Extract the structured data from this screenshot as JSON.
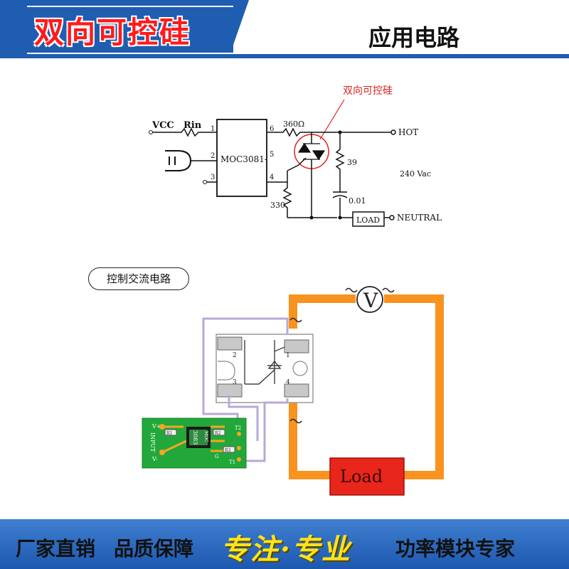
{
  "header": {
    "title": "双向可控硅",
    "subtitle": "应用电路"
  },
  "schematic": {
    "triac_label": "双向可控硅",
    "vcc_label": "VCC",
    "rin_label": "Rin",
    "chip_label": "MOC3081-",
    "pin1": "1",
    "pin2": "2",
    "pin3": "3",
    "pin4": "4",
    "pin5": "5",
    "pin6": "6",
    "r_360": "360Ω",
    "r_330": "330",
    "r_39": "39",
    "c_001": "0.01",
    "hot_label": "HOT",
    "vac_label": "240 Vac",
    "neutral_label": "NEUTRAL",
    "load_label": "LOAD"
  },
  "control": {
    "caption": "控制交流电路",
    "meter_label": "V",
    "load_label": "Load",
    "module_pin1": "1",
    "module_pin2": "2",
    "module_pin3": "3",
    "module_pin4": "4",
    "pcb": {
      "v_plus": "V+",
      "v_minus": "V-",
      "input": "INPUT",
      "chip_top": "MOC",
      "chip_model": "3083",
      "r1_a": "R1",
      "r2": "R2",
      "r3": "R3",
      "t1": "T1",
      "t2": "T2",
      "g": "G"
    }
  },
  "footer": {
    "item1": "厂家直销",
    "item2": "品质保障",
    "slogan": "专注·专业",
    "item3": "功率模块专家"
  },
  "colors": {
    "brand_blue": "#1f5db0",
    "title_red": "#ff1a1a",
    "wire_orange": "#f7931e",
    "pcb_green": "#22a83a",
    "load_red": "#e8261c",
    "slogan_yellow": "#ffe31a"
  }
}
